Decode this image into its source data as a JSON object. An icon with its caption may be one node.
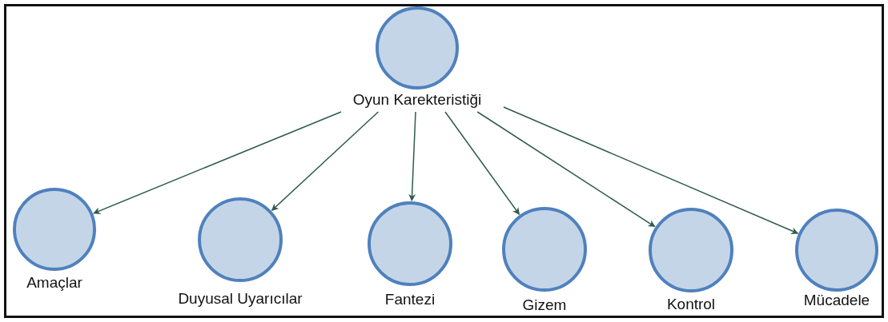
{
  "diagram": {
    "nodes": [
      {
        "text": [
          "Oyun Karekteristiği"
        ]
      },
      {
        "text": [
          "Amaçlar"
        ]
      },
      {
        "text": [
          "Duyusal Uyarıcılar"
        ]
      },
      {
        "text": [
          "Fantezi"
        ]
      },
      {
        "text": [
          "Gizem"
        ]
      },
      {
        "text": [
          "Kontrol"
        ]
      },
      {
        "text": [
          "Mücadele"
        ]
      }
    ],
    "edges": [
      {
        "from": 0,
        "to": 1,
        "arrow": "to"
      },
      {
        "from": 0,
        "to": 2,
        "arrow": "to"
      },
      {
        "from": 0,
        "to": 3,
        "arrow": "to"
      },
      {
        "from": 0,
        "to": 4,
        "arrow": "to"
      },
      {
        "from": 0,
        "to": 5,
        "arrow": "to"
      },
      {
        "from": 0,
        "to": 6,
        "arrow": "to"
      }
    ]
  }
}
